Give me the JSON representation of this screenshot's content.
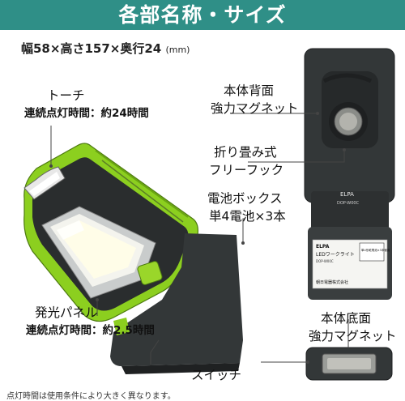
{
  "title": "各部名称・サイズ",
  "dimensions": {
    "text": "幅58×高さ157×奥行24",
    "unit": "(mm)"
  },
  "labels": {
    "torch": {
      "name": "トーチ",
      "detail": "連続点灯時間：約24時間"
    },
    "back_magnet": {
      "line1": "本体背面",
      "line2": "強力マグネット"
    },
    "hook": {
      "line1": "折り畳み式",
      "line2": "フリーフック"
    },
    "battery": {
      "line1": "電池ボックス",
      "line2": "単4電池×3本"
    },
    "panel": {
      "name": "発光パネル",
      "detail": "連続点灯時間：約2.5時間"
    },
    "bottom_magnet": {
      "line1": "本体底面",
      "line2": "強力マグネット"
    },
    "switch": {
      "name": "スイッチ"
    }
  },
  "product": {
    "brand": "ELPA",
    "model": "DOP-W00C",
    "sticker_brand": "ELPA",
    "sticker_name": "LEDワークライト",
    "sticker_model": "DOP-W00C",
    "sticker_battery": "単4形乾電池×3本使用",
    "sticker_maker": "朝日電器株式会社"
  },
  "footnote": "点灯時間は使用条件により大きく異なります。",
  "colors": {
    "accent": "#2f8f87",
    "green": "#8ccf1f",
    "body": "#2a2d2e"
  }
}
